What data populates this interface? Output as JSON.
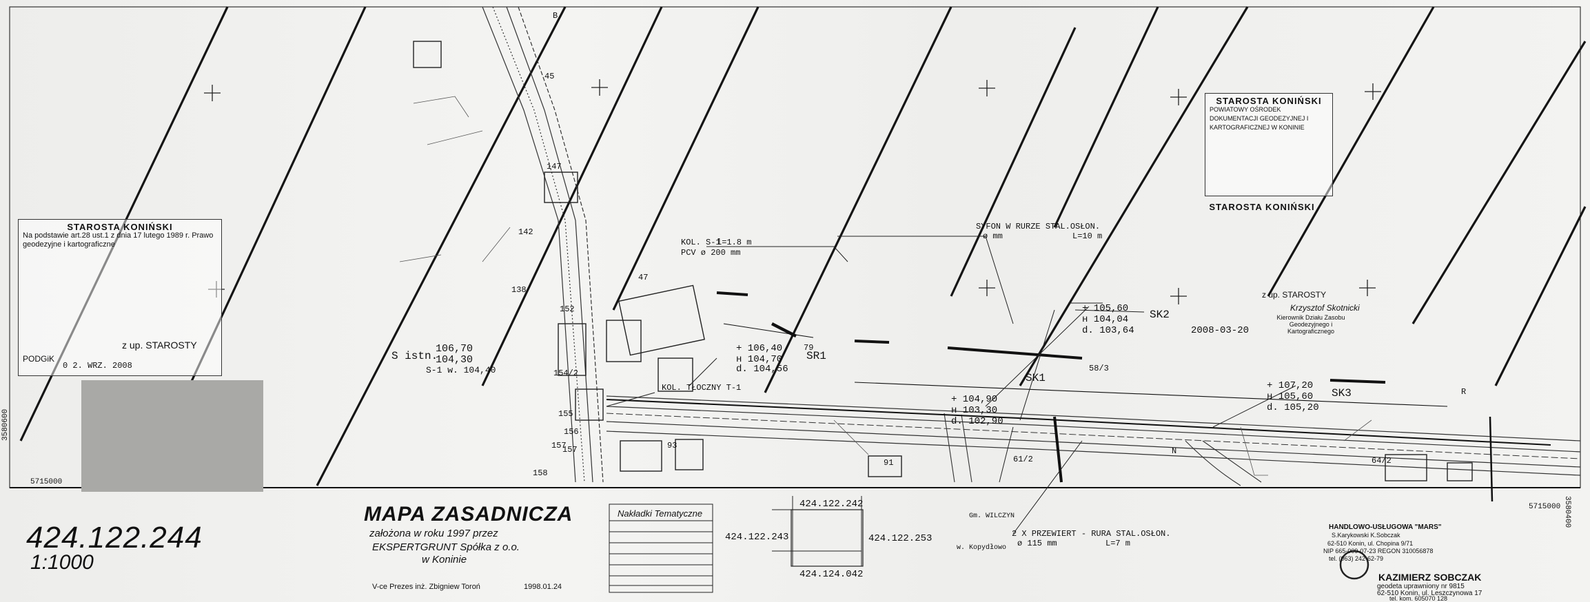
{
  "sheet": {
    "number": "424.122.244",
    "scale": "1:1000",
    "title": "MAPA ZASADNICZA",
    "subtitle_1": "założona w roku 1997 przez",
    "subtitle_2": "EKSPERTGRUNT Spółka z o.o.",
    "subtitle_3": "w Koninie",
    "signed_by": "V-ce Prezes inż. Zbigniew Toroń",
    "date": "1998.01.24"
  },
  "index": {
    "top": "424.122.242",
    "left": "424.122.243",
    "right": "424.122.253",
    "bottom": "424.124.042"
  },
  "nakladki": {
    "title": "Nakładki Tematyczne"
  },
  "coords": {
    "left_y": "5715000",
    "right_y": "5715000",
    "left_x": "3580600",
    "right_x": "3580400"
  },
  "annotations": {
    "kol_s1": "KOL. S-1",
    "pcv": "PCV ø 200 mm",
    "pcv_len": "l=1.8 m",
    "sr1": "SR1",
    "kol_tloczny": "KOL. TŁOCZNY T-1",
    "s_istn": "S istn.",
    "s_vals": [
      "106,70",
      "104,30",
      "S-1 w. 104,40"
    ],
    "sr1_vals": [
      "+ 106,40",
      "н 104,70",
      "d. 104,56"
    ],
    "sk1_vals": [
      "+ 104,90",
      "н 103,30",
      "d. 102,90"
    ],
    "sk1": "SK1",
    "sk2_vals": [
      "+ 105,60",
      "н 104,04",
      "d. 103,64"
    ],
    "sk2": "SK2",
    "sk3_vals": [
      "+ 107,20",
      "н 105,60",
      "d. 105,20"
    ],
    "sk3": "SK3",
    "syfon": "SYFON W RURZE STAL.OSŁON.",
    "syfon_dim": "ø mm",
    "syfon_len": "L=10 m",
    "przewiert": "2 X PRZEWIERT - RURA STAL.OSŁON.",
    "przewiert_dim": "ø 115 mm",
    "przewiert_len": "L=7 m",
    "gm": "Gm. WILCZYN",
    "kopydlowo": "w. Kopydłowo",
    "date_stamp": "2008-03-20",
    "sign_158": "158",
    "sign_157": "157",
    "plots": [
      "152",
      "154/2",
      "155",
      "156",
      "157",
      "147",
      "142",
      "138",
      "45",
      "47",
      "79",
      "93",
      "91",
      "61/2",
      "64/2",
      "58/3",
      "R",
      "N",
      "B"
    ]
  },
  "stamps": {
    "left_head": "STAROSTA KONIŃSKI",
    "left_text": "Na podstawie art.28 ust.1 z dnia 17 lutego 1989 r. Prawo geodezyjne i kartograficzne",
    "left_role": "z up. STAROSTY",
    "left_pod": "PODGiK",
    "left_date": "0 2. WRZ. 2008",
    "right_head_1": "STAROSTA KONIŃSKI",
    "right_sub_1": "POWIATOWY OŚRODEK DOKUMENTACJI GEODEZYJNEJ I KARTOGRAFICZNEJ W KONINIE",
    "right_head_2": "STAROSTA KONIŃSKI",
    "right_role": "z up. STAROSTY",
    "right_name": "Krzysztof Skotnicki",
    "right_desc": "Kierownik Działu Zasobu Geodezyjnego i Kartograficznego"
  },
  "firm": {
    "name": "HANDLOWO-USŁUGOWA \"MARS\"",
    "owner": "S.Karykowski K.Sobczak",
    "addr": "62-510 Konin, ul. Chopina 9/71",
    "nip": "NIP 665-009-07-23 REGON 310056878",
    "tel": "tel. (063) 242-62-79",
    "surveyor": "KAZIMIERZ SOBCZAK",
    "surveyor_title": "geodeta uprawniony nr 9815",
    "surveyor_addr": "62-510 Konin, ul. Leszczynowa 17",
    "surveyor_tel": "tel. kom. 605070 128"
  }
}
